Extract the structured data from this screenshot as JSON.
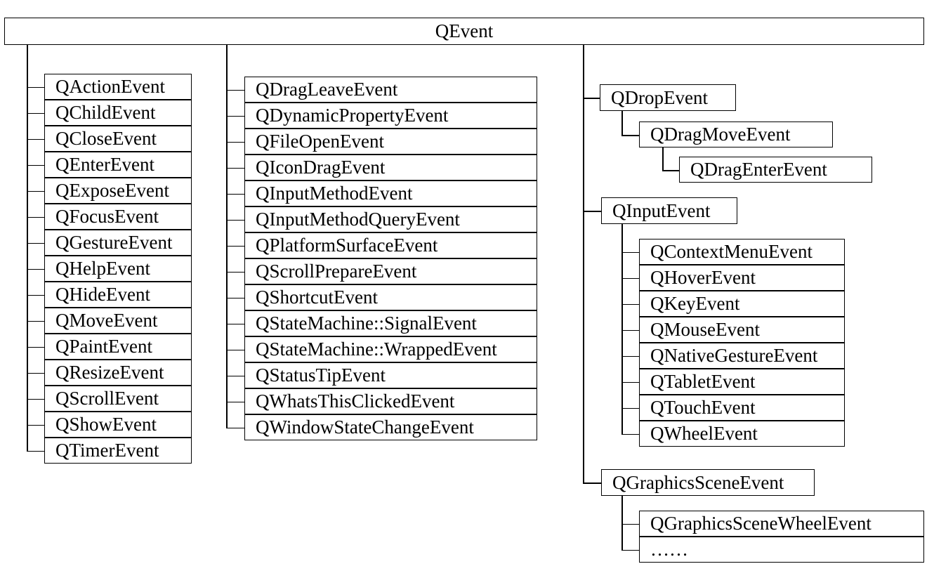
{
  "root": "QEvent",
  "col1": [
    "QActionEvent",
    "QChildEvent",
    "QCloseEvent",
    "QEnterEvent",
    "QExposeEvent",
    "QFocusEvent",
    "QGestureEvent",
    "QHelpEvent",
    "QHideEvent",
    "QMoveEvent",
    "QPaintEvent",
    "QResizeEvent",
    "QScrollEvent",
    "QShowEvent",
    "QTimerEvent"
  ],
  "col2": [
    "QDragLeaveEvent",
    "QDynamicPropertyEvent",
    "QFileOpenEvent",
    "QIconDragEvent",
    "QInputMethodEvent",
    "QInputMethodQueryEvent",
    "QPlatformSurfaceEvent",
    "QScrollPrepareEvent",
    "QShortcutEvent",
    "QStateMachine::SignalEvent",
    "QStateMachine::WrappedEvent",
    "QStatusTipEvent",
    "QWhatsThisClickedEvent",
    "QWindowStateChangeEvent"
  ],
  "col3": {
    "drop": {
      "label": "QDropEvent",
      "child": "QDragMoveEvent",
      "grandchild": "QDragEnterEvent"
    },
    "input": {
      "label": "QInputEvent",
      "children": [
        "QContextMenuEvent",
        "QHoverEvent",
        "QKeyEvent",
        "QMouseEvent",
        "QNativeGestureEvent",
        "QTabletEvent",
        "QTouchEvent",
        "QWheelEvent"
      ]
    },
    "graphics": {
      "label": "QGraphicsSceneEvent",
      "children": [
        "QGraphicsSceneWheelEvent",
        "……"
      ]
    }
  }
}
